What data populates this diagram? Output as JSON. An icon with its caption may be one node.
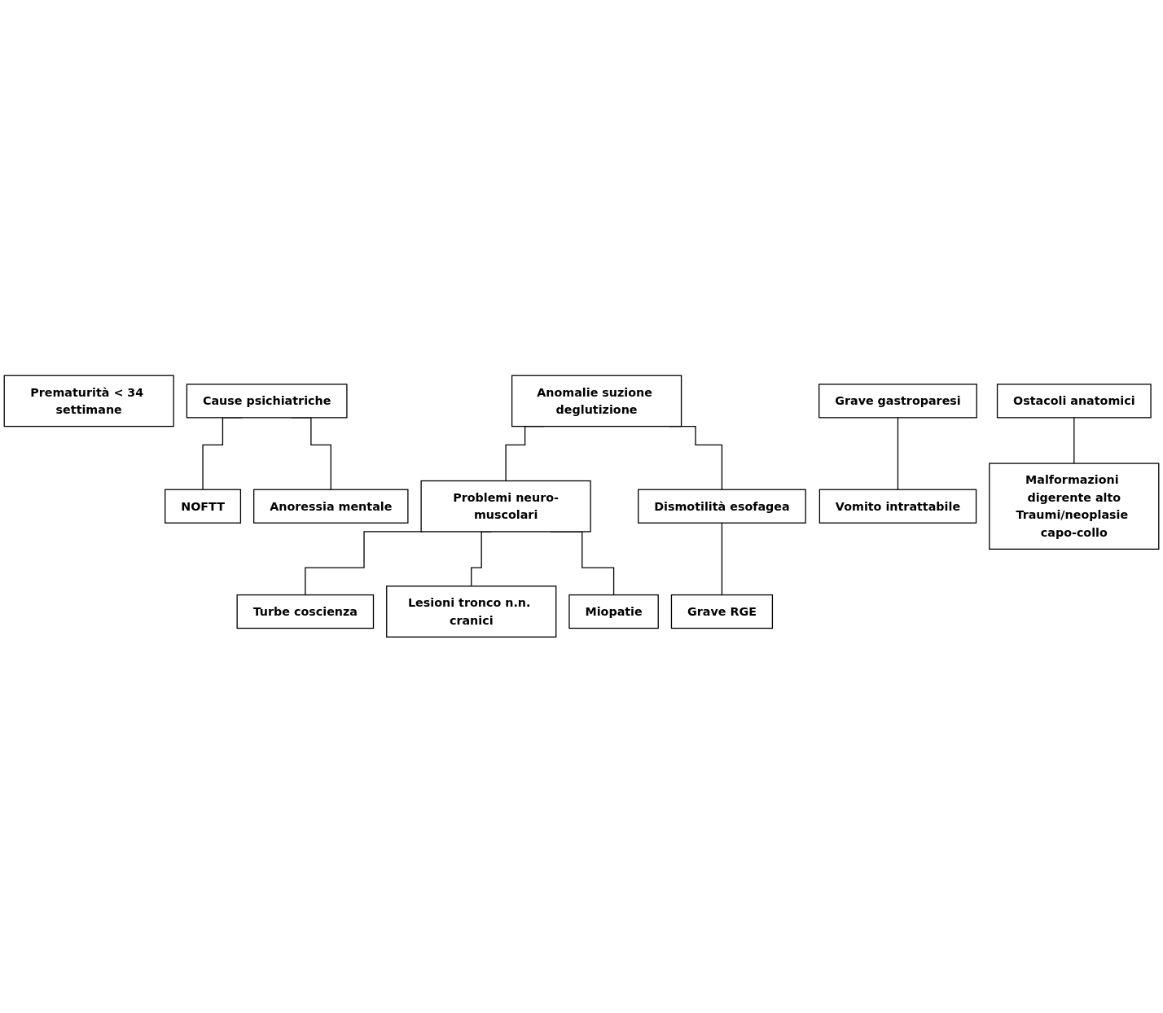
{
  "diagram": {
    "nodes": [
      {
        "text": [
          "Prematurità < 34 settimane"
        ]
      },
      {
        "text": [
          "Cause psichiatriche"
        ]
      },
      {
        "text": [
          "NOFTT"
        ]
      },
      {
        "text": [
          "Anoressia mentale"
        ]
      },
      {
        "text": [
          "Anomalie suzione deglutizione"
        ]
      },
      {
        "text": [
          "Problemi neuro-muscolari"
        ]
      },
      {
        "text": [
          "Turbe coscienza"
        ]
      },
      {
        "text": [
          "Lesioni tronco n.n. cranici"
        ]
      },
      {
        "text": [
          "Miopatie"
        ]
      },
      {
        "text": [
          "Dismotilità esofagea"
        ]
      },
      {
        "text": [
          "Grave RGE"
        ]
      },
      {
        "text": [
          "Grave gastroparesi"
        ]
      },
      {
        "text": [
          "Vomito intrattabile"
        ]
      },
      {
        "text": [
          "Ostacoli anatomici"
        ]
      },
      {
        "text": [
          "Malformazioni digerente alto",
          "Traumi/neoplasie capo-collo"
        ]
      }
    ],
    "edges": [
      {
        "from": 1,
        "to": 2,
        "arrow": "none"
      },
      {
        "from": 1,
        "to": 3,
        "arrow": "none"
      },
      {
        "from": 4,
        "to": 5,
        "arrow": "none"
      },
      {
        "from": 4,
        "to": 9,
        "arrow": "none"
      },
      {
        "from": 5,
        "to": 6,
        "arrow": "none"
      },
      {
        "from": 5,
        "to": 7,
        "arrow": "none"
      },
      {
        "from": 5,
        "to": 8,
        "arrow": "none"
      },
      {
        "from": 9,
        "to": 10,
        "arrow": "none"
      },
      {
        "from": 11,
        "to": 12,
        "arrow": "none"
      },
      {
        "from": 13,
        "to": 14,
        "arrow": "none"
      }
    ]
  }
}
